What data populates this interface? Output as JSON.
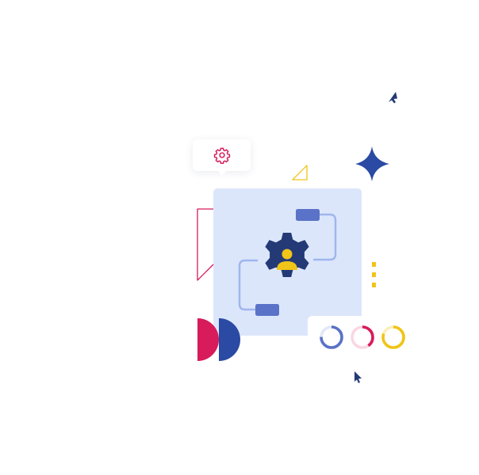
{
  "scene": {
    "kind": "illustration",
    "icons": {
      "settings_bubble": "gear-icon",
      "central": "user-gear-icon",
      "cursors": [
        "cursor-arrow-icon",
        "cursor-arrow-icon"
      ],
      "sparkle": "sparkle-star-icon"
    },
    "progress_rings": [
      {
        "fraction": 0.75,
        "color": "#5a72c7",
        "track": "#e3e8f7"
      },
      {
        "fraction": 0.4,
        "color": "#d81b5a",
        "track": "#f8d7e3"
      },
      {
        "fraction": 0.8,
        "color": "#f0c419",
        "track": "#fbeeb8"
      }
    ],
    "colors": {
      "panel": "#dce6fb",
      "gear": "#233a76",
      "person": "#f0c419",
      "connector_line": "#9fb6ee",
      "node": "#5a72c7",
      "accent_pink": "#d81b5a",
      "accent_blue": "#2a4aa3",
      "accent_yellow": "#f0c419",
      "cursor": "#233a76"
    }
  }
}
